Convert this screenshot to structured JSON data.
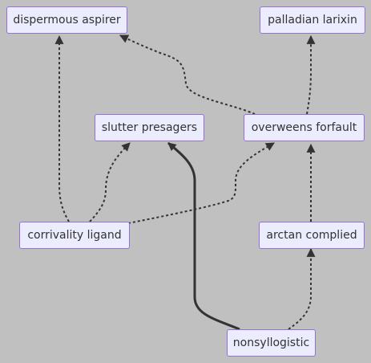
{
  "diagram": {
    "nodes": [
      {
        "id": "dispermous",
        "label": "dispermous aspirer"
      },
      {
        "id": "palladian",
        "label": "palladian larixin"
      },
      {
        "id": "slutter",
        "label": "slutter presagers"
      },
      {
        "id": "overweens",
        "label": "overweens forfault"
      },
      {
        "id": "corrivality",
        "label": "corrivality ligand"
      },
      {
        "id": "arctan",
        "label": "arctan complied"
      },
      {
        "id": "nonsyllogistic",
        "label": "nonsyllogistic"
      }
    ],
    "edges": [
      {
        "from": "overweens",
        "to": "dispermous",
        "style": "dotted"
      },
      {
        "from": "overweens",
        "to": "palladian",
        "style": "dotted"
      },
      {
        "from": "corrivality",
        "to": "dispermous",
        "style": "dotted"
      },
      {
        "from": "corrivality",
        "to": "slutter",
        "style": "dotted"
      },
      {
        "from": "corrivality",
        "to": "overweens",
        "style": "dotted"
      },
      {
        "from": "arctan",
        "to": "overweens",
        "style": "dotted"
      },
      {
        "from": "nonsyllogistic",
        "to": "slutter",
        "style": "thick"
      },
      {
        "from": "nonsyllogistic",
        "to": "arctan",
        "style": "dotted"
      }
    ]
  }
}
